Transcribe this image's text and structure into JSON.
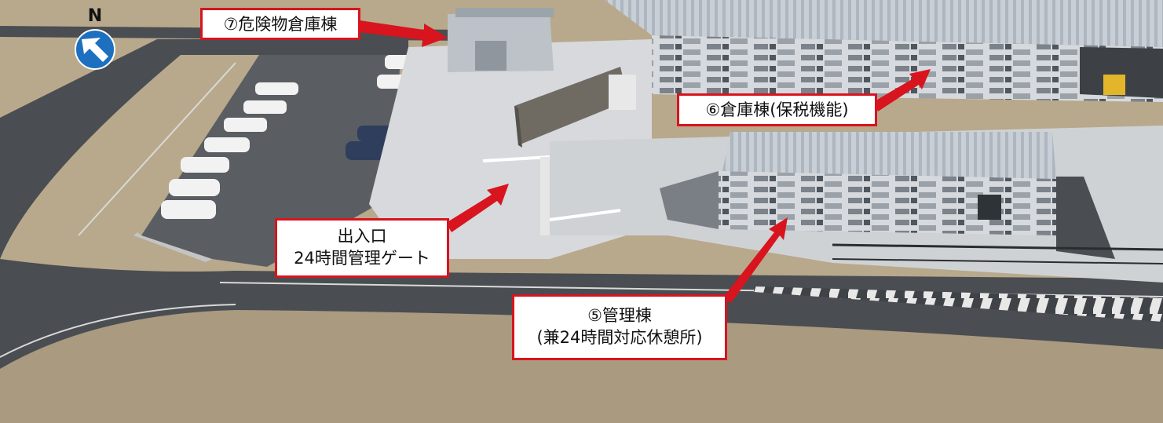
{
  "compass": {
    "letter": "N",
    "icon": "north-arrow-icon"
  },
  "labels": {
    "hazard_warehouse": "⑦危険物倉庫棟",
    "bonded_warehouse": "⑥倉庫棟(保税機能)",
    "gate_line1": "出入口",
    "gate_line2": "24時間管理ゲート",
    "admin_line1": "⑤管理棟",
    "admin_line2": "(兼24時間対応休憩所)"
  },
  "colors": {
    "accent_red": "#d8141e",
    "compass_blue": "#1d6fc0"
  }
}
